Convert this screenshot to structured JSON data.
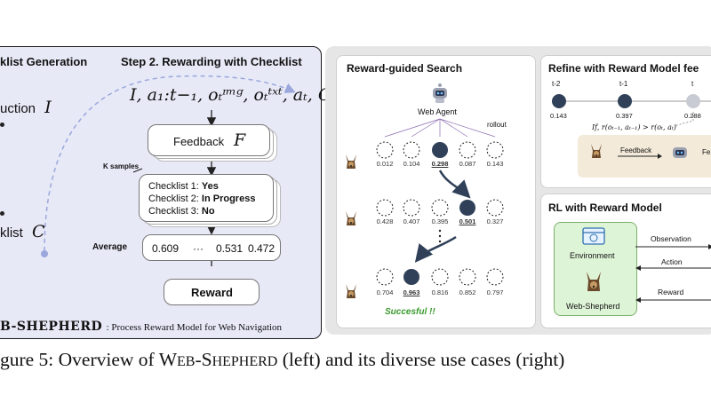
{
  "left": {
    "step1_title": "klist Generation",
    "step2_title": "Step 2. Rewarding with Checklist",
    "instruction_label": "uction",
    "instruction_var": "I",
    "checklist_label": "klist",
    "checklist_var": "C",
    "formula": "I, a₁:t−₁, oₜᶦᵐᵍ, oₜᵗˣᵗ, aₜ, C",
    "feedback_label": "Feedback",
    "feedback_var": "F",
    "k_samples": "K samples",
    "checklist_items": [
      {
        "label": "Checklist 1: ",
        "status": "Yes"
      },
      {
        "label": "Checklist 2: ",
        "status": "In Progress"
      },
      {
        "label": "Checklist 3: ",
        "status": "No"
      }
    ],
    "average_label": "Average",
    "average_values": [
      "0.609",
      "···",
      "0.531",
      "0.472"
    ],
    "reward_label": "Reward",
    "footer_title": "B-SHEPHERD",
    "footer_sub": ": Process Reward Model for Web Navigation"
  },
  "search": {
    "title": "Reward-guided Search",
    "agent_label": "Web Agent",
    "rollout_label": "rollout",
    "row1": [
      "0.012",
      "0.104",
      "0.298",
      "0.087",
      "0.143"
    ],
    "row2": [
      "0.428",
      "0.407",
      "0.395",
      "0.501",
      "0.327"
    ],
    "row3": [
      "0.704",
      "0.963",
      "0.816",
      "0.852",
      "0.797"
    ],
    "success": "Succesful !!"
  },
  "refine": {
    "title": "Refine with Reward Model fee",
    "t_labels": [
      "t-2",
      "t-1",
      "t"
    ],
    "t_values": [
      "0.143",
      "0.397",
      "0.288"
    ],
    "condition": "If, r(oₜ₋₁, aₜ₋₁) > r(oₜ, aₜ)",
    "feedback_label": "Feedback",
    "fe_label": "Fe"
  },
  "rl": {
    "title": "RL with Reward Model",
    "environment": "Environment",
    "web_shepherd": "Web-Shepherd",
    "observation": "Observation",
    "action": "Action",
    "reward": "Reward"
  },
  "caption": {
    "prefix": "igure 5: Overview of W",
    "sc1": "EB",
    "dash": "-S",
    "sc2": "HEPHERD",
    "suffix": " (left) and its diverse use cases (right)"
  }
}
